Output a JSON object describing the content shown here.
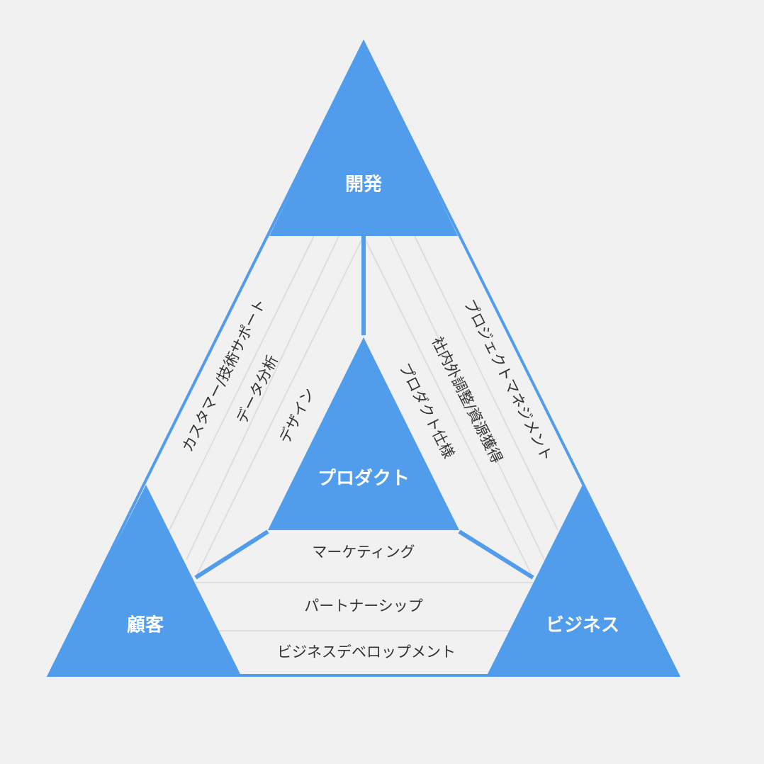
{
  "colors": {
    "accent": "#519ceb",
    "background": "#f1f1f1",
    "guide_line": "#dddddd",
    "label_text": "#333333",
    "corner_text": "#ffffff"
  },
  "corners": {
    "top": "開発",
    "left": "顧客",
    "right": "ビジネス",
    "center": "プロダクト"
  },
  "left_zone": [
    "カスタマー/技術サポート",
    "データ分析",
    "デザイン"
  ],
  "right_zone": [
    "プロダクト仕様",
    "社内外調整/資源獲得",
    "プロジェクトマネジメント"
  ],
  "bottom_zone": [
    "マーケティング",
    "パートナーシップ",
    "ビジネスデベロップメント"
  ]
}
